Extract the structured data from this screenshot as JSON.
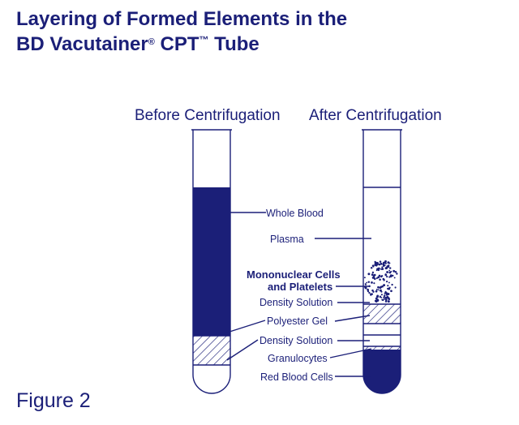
{
  "title": {
    "line1": "Layering of Formed Elements in the",
    "line2_main": "BD Vacutainer",
    "line2_reg": "®",
    "line2_cpt": " CPT",
    "line2_tm": "™",
    "line2_end": " Tube"
  },
  "figure_label": "Figure 2",
  "before": {
    "heading": "Before Centrifugation",
    "labels": {
      "whole_blood": "Whole Blood"
    }
  },
  "after": {
    "heading": "After Centrifugation",
    "labels": {
      "plasma": "Plasma",
      "mononuclear_line1": "Mononuclear Cells",
      "mononuclear_line2": "and Platelets",
      "density_solution_top": "Density Solution",
      "polyester_gel": "Polyester Gel",
      "density_solution_bottom": "Density Solution",
      "granulocytes": "Granulocytes",
      "red_blood_cells": "Red Blood Cells"
    }
  },
  "colors": {
    "navy": "#1b1f78",
    "background": "#ffffff"
  }
}
